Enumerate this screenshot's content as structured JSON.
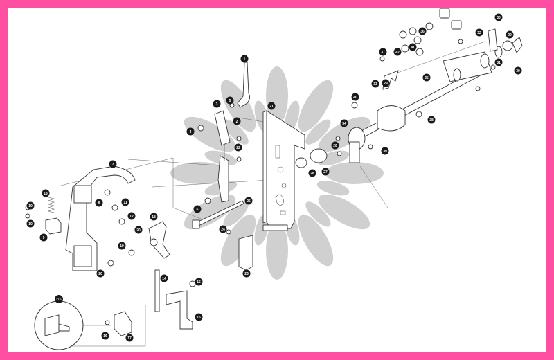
{
  "diagram": {
    "border_color": "#ff4fa3",
    "watermark_color": "#c8c8c8",
    "inset_label": "17-1",
    "callouts": [
      "1",
      "2",
      "3",
      "4",
      "5",
      "6",
      "7",
      "8",
      "9",
      "10",
      "10",
      "11",
      "12",
      "13",
      "14",
      "15",
      "16",
      "16",
      "17",
      "18",
      "19",
      "20",
      "20",
      "21",
      "22",
      "23",
      "24",
      "25",
      "26",
      "27",
      "28",
      "29",
      "29",
      "30",
      "30",
      "31",
      "32",
      "33",
      "34",
      "35",
      "36",
      "37",
      "38",
      "39",
      "40",
      "41",
      "42"
    ]
  }
}
